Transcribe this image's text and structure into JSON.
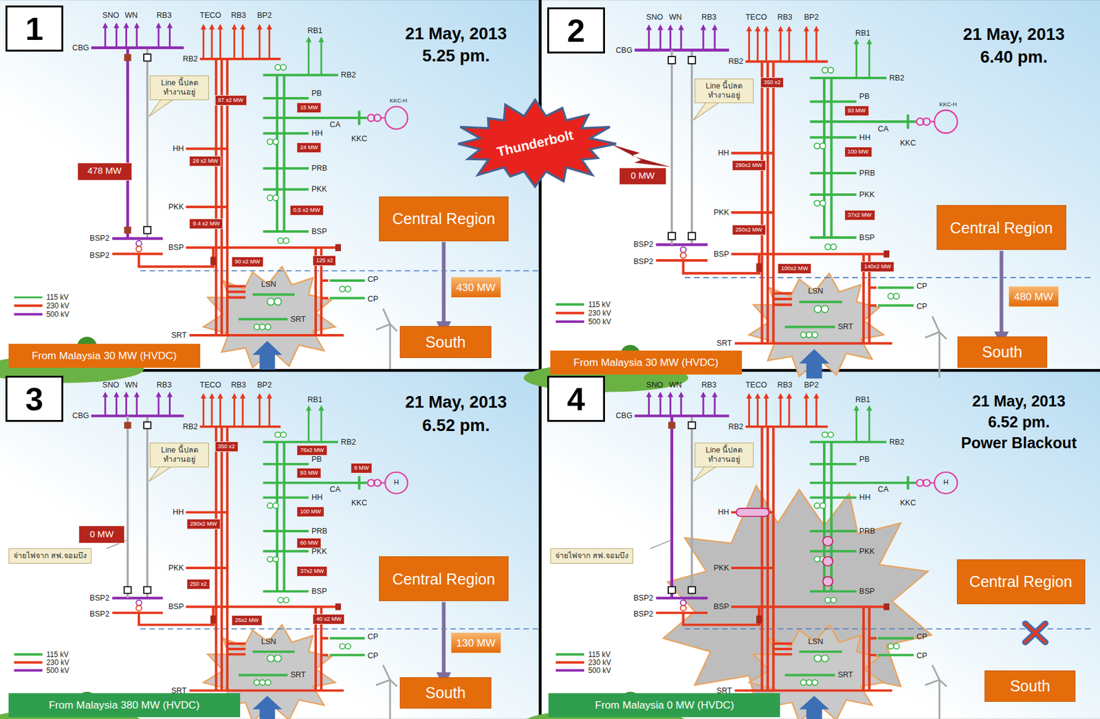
{
  "diagram": {
    "nodes": [
      {
        "text": [
          "1"
        ]
      },
      {
        "text": [
          "Line นี้ปลด ทำงานอยู่"
        ]
      },
      {
        "text": [
          "478 MW"
        ]
      },
      {
        "text": [
          "87 x2 MW"
        ]
      },
      {
        "text": [
          "15 MW"
        ]
      },
      {
        "text": [
          "24 MW"
        ]
      },
      {
        "text": [
          "28 x2 MW"
        ]
      },
      {
        "text": [
          "0.5 x2 MW"
        ]
      },
      {
        "text": [
          "9.4 x2 MW"
        ]
      },
      {
        "text": [
          "90 x2 MW"
        ]
      },
      {
        "text": [
          "125 x2"
        ]
      },
      {
        "text": [
          "Central Region"
        ]
      },
      {
        "text": [
          "South"
        ]
      },
      {
        "text": [
          "From Malaysia 30 MW (HVDC)"
        ]
      },
      {
        "text": [
          "Thunderbolt"
        ]
      },
      {
        "text": [
          "2"
        ]
      },
      {
        "text": [
          "Line นี้ปลด ทำงานอยู่"
        ]
      },
      {
        "text": [
          "0 MW"
        ]
      },
      {
        "text": [
          "350 x2"
        ]
      },
      {
        "text": [
          "93 MW"
        ]
      },
      {
        "text": [
          "100 MW"
        ]
      },
      {
        "text": [
          "290x2 MW"
        ]
      },
      {
        "text": [
          "37x2 MW"
        ]
      },
      {
        "text": [
          "250x2 MW"
        ]
      },
      {
        "text": [
          "100x2 MW"
        ]
      },
      {
        "text": [
          "140x2 MW"
        ]
      },
      {
        "text": [
          "Central Region"
        ]
      },
      {
        "text": [
          "South"
        ]
      },
      {
        "text": [
          "From Malaysia 30 MW (HVDC)"
        ]
      },
      {
        "text": [
          "3"
        ]
      },
      {
        "text": [
          "Line นี้ปลด ทำงานอยู่"
        ]
      },
      {
        "text": [
          "0 MW"
        ]
      },
      {
        "text": [
          "จ่ายไฟจาก สฟ.จอมบึง"
        ]
      },
      {
        "text": [
          "350 x2"
        ]
      },
      {
        "text": [
          "76x2 MW"
        ]
      },
      {
        "text": [
          "93 MW"
        ]
      },
      {
        "text": [
          "6 MW"
        ]
      },
      {
        "text": [
          "290x2 MW"
        ]
      },
      {
        "text": [
          "100 MW"
        ]
      },
      {
        "text": [
          "60 MW"
        ]
      },
      {
        "text": [
          "37x2 MW"
        ]
      },
      {
        "text": [
          "250 x2"
        ]
      },
      {
        "text": [
          "25x2 MW"
        ]
      },
      {
        "text": [
          "40 x2 MW"
        ]
      },
      {
        "text": [
          "Central Region"
        ]
      },
      {
        "text": [
          "South"
        ]
      },
      {
        "text": [
          "From Malaysia 380 MW (HVDC)"
        ]
      },
      {
        "text": [
          "4"
        ]
      },
      {
        "text": [
          "Line นี้ปลด ทำงานอยู่"
        ]
      },
      {
        "text": [
          "จ่ายไฟจาก สฟ.จอมบึง"
        ]
      },
      {
        "text": [
          "Central Region"
        ]
      },
      {
        "text": [
          "South"
        ]
      },
      {
        "text": [
          "From Malaysia 0 MW (HVDC)"
        ]
      }
    ],
    "edges": [
      {
        "from": 11,
        "to": 12,
        "label": "430 MW",
        "arrow": "to"
      },
      {
        "from": 26,
        "to": 27,
        "label": "480 MW",
        "arrow": "to"
      },
      {
        "from": 44,
        "to": 45,
        "label": "130 MW",
        "arrow": "to"
      }
    ],
    "labels": [
      "21 May, 2013",
      "5.25 pm.",
      "SNO",
      "WN",
      "RB3",
      "TECO",
      "RB3",
      "BP2",
      "RB1",
      "CBG",
      "RB2",
      "RB2",
      "PB",
      "CA",
      "HH",
      "KKC",
      "KKC-H",
      "HH",
      "PRB",
      "PKK",
      "PKK",
      "BSP",
      "BSP2",
      "BSP2",
      "BSP",
      "LSN",
      "CP",
      "CP",
      "SRT",
      "SRT",
      "21 May, 2013",
      "6.40 pm.",
      "SNO",
      "WN",
      "RB3",
      "TECO",
      "RB3",
      "BP2",
      "RB1",
      "CBG",
      "RB2",
      "RB2",
      "PB",
      "CA",
      "HH",
      "KKC",
      "KKC-H",
      "HH",
      "PRB",
      "PKK",
      "PKK",
      "BSP",
      "BSP2",
      "BSP2",
      "BSP",
      "LSN",
      "CP",
      "CP",
      "SRT",
      "SRT",
      "21 May, 2013",
      "6.52 pm.",
      "SNO",
      "WN",
      "RB3",
      "TECO",
      "RB3",
      "BP2",
      "RB1",
      "CBG",
      "RB2",
      "RB2",
      "PB",
      "CA",
      "HH",
      "KKC",
      "H",
      "HH",
      "PRB",
      "PKK",
      "PKK",
      "BSP",
      "BSP2",
      "BSP2",
      "BSP",
      "LSN",
      "CP",
      "CP",
      "SRT",
      "SRT",
      "21 May, 2013",
      "6.52 pm.",
      "Power Blackout",
      "SNO",
      "WN",
      "RB3",
      "TECO",
      "RB3",
      "BP2",
      "RB1",
      "CBG",
      "RB2",
      "RB2",
      "PB",
      "CA",
      "HH",
      "KKC",
      "H",
      "HH",
      "PRB",
      "PKK",
      "PKK",
      "BSP",
      "BSP2",
      "BSP2",
      "BSP",
      "LSN",
      "CP",
      "CP",
      "SRT",
      "SRT"
    ],
    "legend": [
      {
        "text": "115 kV",
        "color": "#3cb54a"
      },
      {
        "text": "230 kV",
        "color": "#e5391e"
      },
      {
        "text": "500 kV",
        "color": "#8e2bb0"
      },
      {
        "text": "115 kV",
        "color": "#3cb54a"
      },
      {
        "text": "230 kV",
        "color": "#e5391e"
      },
      {
        "text": "500 kV",
        "color": "#8e2bb0"
      },
      {
        "text": "115 kV",
        "color": "#3cb54a"
      },
      {
        "text": "230 kV",
        "color": "#e5391e"
      },
      {
        "text": "500 kV",
        "color": "#8e2bb0"
      },
      {
        "text": "115 kV",
        "color": "#3cb54a"
      },
      {
        "text": "230 kV",
        "color": "#e5391e"
      },
      {
        "text": "500 kV",
        "color": "#8e2bb0"
      }
    ]
  }
}
